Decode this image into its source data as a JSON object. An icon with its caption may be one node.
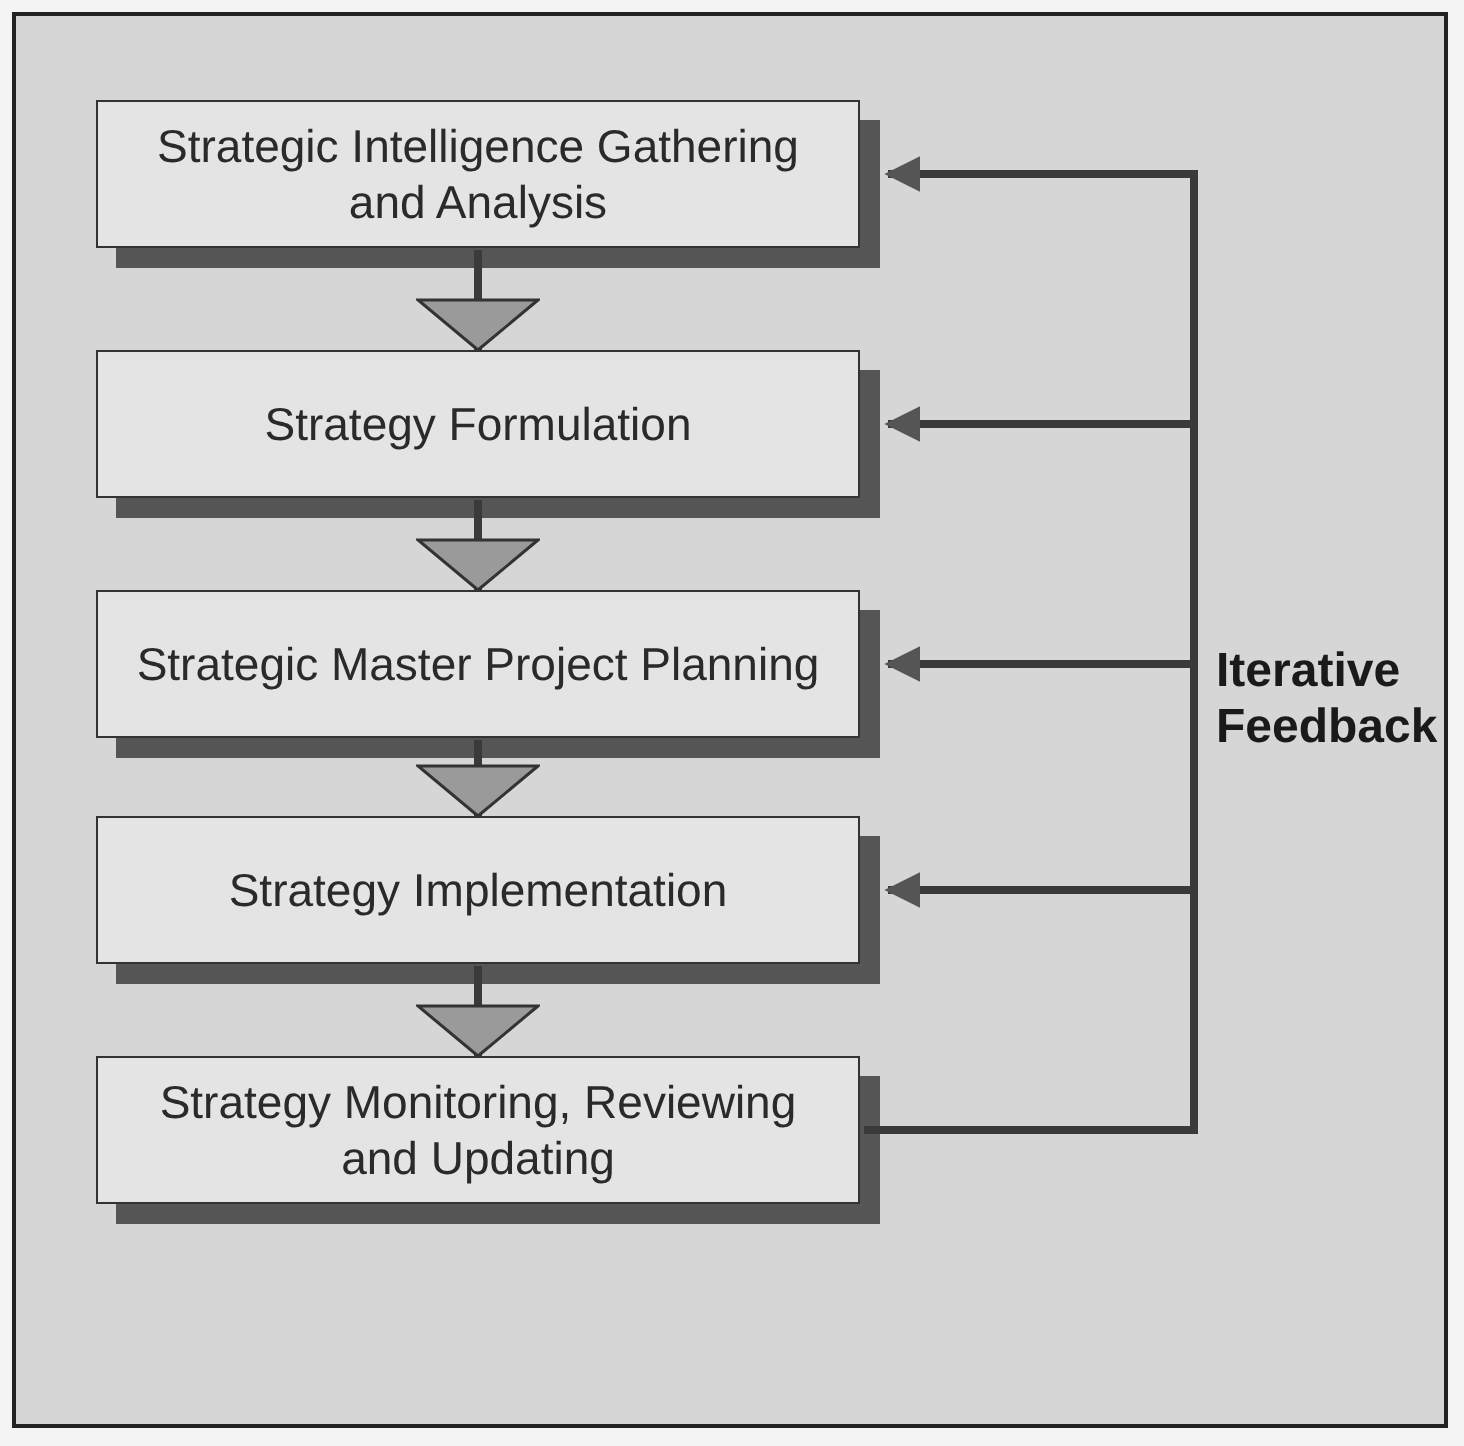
{
  "diagram": {
    "nodes": [
      {
        "text": [
          "Strategic Intelligence Gathering and Analysis"
        ]
      },
      {
        "text": [
          "Strategy Formulation"
        ]
      },
      {
        "text": [
          "Strategic Master Project Planning"
        ]
      },
      {
        "text": [
          "Strategy Implementation"
        ]
      },
      {
        "text": [
          "Strategy Monitoring, Reviewing and Updating"
        ]
      }
    ],
    "edges": [
      {
        "from": 0,
        "to": 1,
        "arrow": "to"
      },
      {
        "from": 1,
        "to": 2,
        "arrow": "to"
      },
      {
        "from": 2,
        "to": 3,
        "arrow": "to"
      },
      {
        "from": 3,
        "to": 4,
        "arrow": "to"
      },
      {
        "from": 4,
        "to": 0,
        "arrow": "to"
      },
      {
        "from": 4,
        "to": 1,
        "arrow": "to"
      },
      {
        "from": 4,
        "to": 2,
        "arrow": "to"
      },
      {
        "from": 4,
        "to": 3,
        "arrow": "to"
      }
    ],
    "labels": [
      "Iterative Feedback"
    ]
  }
}
